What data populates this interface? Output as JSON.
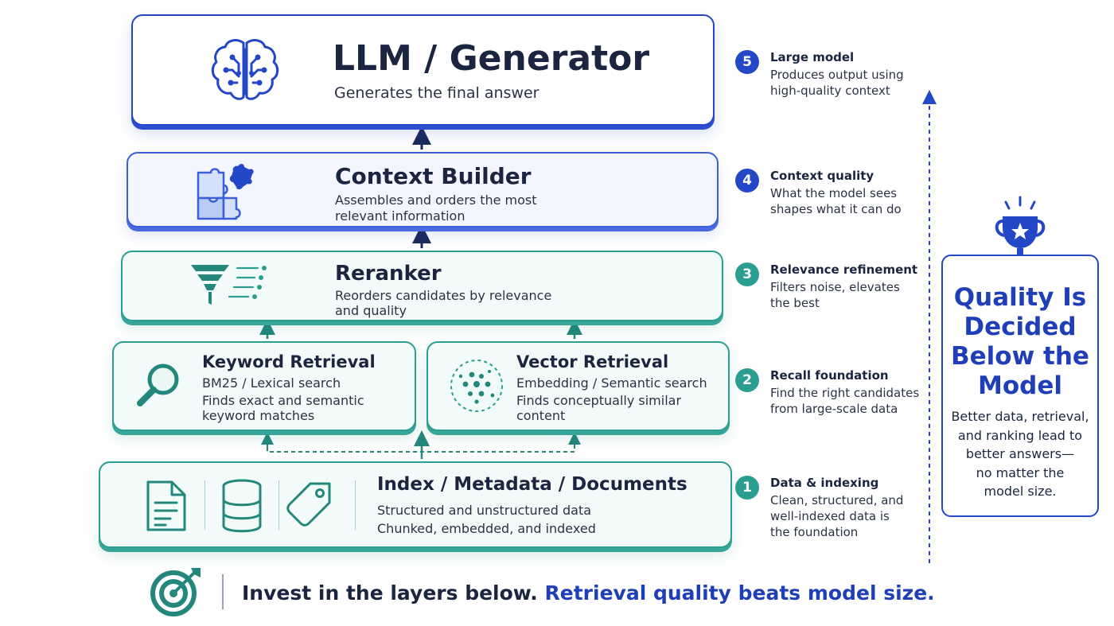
{
  "layers": {
    "llm": {
      "title": "LLM / Generator",
      "desc": "Generates the final answer"
    },
    "context": {
      "title": "Context Builder",
      "desc_lines": [
        "Assembles and orders the most",
        "relevant information"
      ]
    },
    "reranker": {
      "title": "Reranker",
      "desc_lines": [
        "Reorders candidates by relevance",
        "and quality"
      ]
    },
    "keyword": {
      "title": "Keyword Retrieval",
      "subtitle": "BM25 / Lexical search",
      "desc_lines": [
        "Finds exact and semantic",
        "keyword matches"
      ]
    },
    "vector": {
      "title": "Vector Retrieval",
      "subtitle": "Embedding / Semantic search",
      "desc_lines": [
        "Finds conceptually similar",
        "content"
      ]
    },
    "index": {
      "title": "Index / Metadata / Documents",
      "desc_lines": [
        "Structured and unstructured data",
        "Chunked, embedded, and indexed"
      ]
    }
  },
  "rail": [
    {
      "number": "5",
      "heading": "Large model",
      "lines": [
        "Produces output using",
        "high-quality context"
      ]
    },
    {
      "number": "4",
      "heading": "Context quality",
      "lines": [
        "What the model sees",
        "shapes what it can do"
      ]
    },
    {
      "number": "3",
      "heading": "Relevance refinement",
      "lines": [
        "Filters noise, elevates",
        "the best"
      ]
    },
    {
      "number": "2",
      "heading": "Recall foundation",
      "lines": [
        "Find the right candidates",
        "from large-scale data"
      ]
    },
    {
      "number": "1",
      "heading": "Data & indexing",
      "lines": [
        "Clean, structured, and",
        "well-indexed data is",
        "the foundation"
      ]
    }
  ],
  "quality_card": {
    "title_lines": [
      "Quality Is",
      "Decided",
      "Below the",
      "Model"
    ],
    "text_lines": [
      "Better data, retrieval,",
      "and ranking lead to",
      "better answers—",
      "no matter the",
      "model size."
    ]
  },
  "footer": {
    "lead": "Invest in the layers below.",
    "accent": "Retrieval quality beats model size."
  },
  "colors": {
    "blue": "#2347c6",
    "teal": "#2b9e91",
    "text": "#1b2540"
  },
  "icons": [
    "brain-icon",
    "puzzle-icon",
    "funnel-icon",
    "search-icon",
    "vector-cluster-icon",
    "document-icon",
    "database-icon",
    "tag-icon",
    "trophy-icon",
    "target-icon"
  ]
}
